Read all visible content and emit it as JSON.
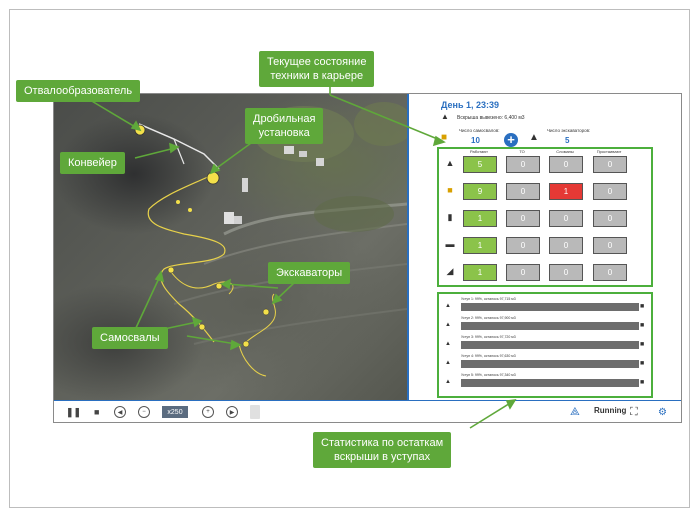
{
  "callouts": {
    "spreader": "Отвалообразователь",
    "conveyor": "Конвейер",
    "crusher_line1": "Дробильная",
    "crusher_line2": "установка",
    "excavators": "Экскаваторы",
    "dump_trucks": "Самосвалы",
    "state_line1": "Текущее состояние",
    "state_line2": "техники в карьере",
    "stats_line1": "Статистика по остаткам",
    "stats_line2": "вскрыши в уступах"
  },
  "panel": {
    "day": "День 1, 23:39",
    "overburden": "Вскрыша вывезено: 6,400 м3",
    "trucks_label": "Число самосвалов:",
    "trucks_count": "10",
    "excavators_label": "Число экскаваторов:",
    "excavators_count": "5",
    "columns": [
      "Работают",
      "ТО",
      "Сломаны",
      "Простаивают"
    ],
    "rows": [
      {
        "icon": "excavator-icon",
        "values": [
          "5",
          "0",
          "0",
          "0"
        ]
      },
      {
        "icon": "dump-truck-icon",
        "values": [
          "9",
          "0",
          "1",
          "0"
        ]
      },
      {
        "icon": "tank-truck-icon",
        "values": [
          "1",
          "0",
          "0",
          "0"
        ]
      },
      {
        "icon": "loader-icon",
        "values": [
          "1",
          "0",
          "0",
          "0"
        ]
      },
      {
        "icon": "drill-icon",
        "values": [
          "1",
          "0",
          "0",
          "0"
        ]
      }
    ],
    "benches": [
      "Уступ 1: 99%, осталось 97,715 м3",
      "Уступ 2: 99%, осталось 97,900 м3",
      "Уступ 3: 99%, осталось 97,720 м3",
      "Уступ 4: 99%, осталось 97,630 м3",
      "Уступ 5: 99%, осталось 97,340 м3"
    ]
  },
  "toolbar": {
    "speed": "x250",
    "status": "Running"
  },
  "colors": {
    "callout": "#5fa83a",
    "accent": "#2a6fc0",
    "working": "#8bc34a",
    "broken": "#e53935",
    "idle": "#b9b9b9"
  }
}
